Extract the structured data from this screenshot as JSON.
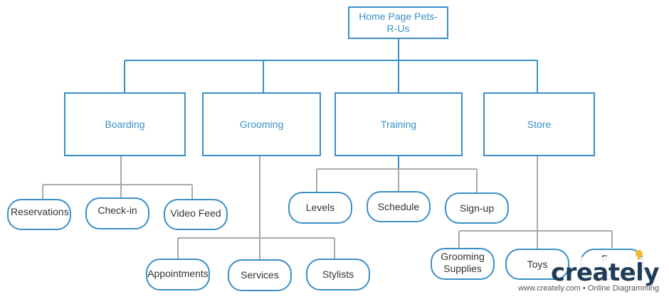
{
  "diagram": {
    "root": {
      "label": "Home Page Pets-R-Us"
    },
    "categories": [
      {
        "label": "Boarding",
        "children": [
          "Reservations",
          "Check-in",
          "Video Feed"
        ]
      },
      {
        "label": "Grooming",
        "children": [
          "Appointments",
          "Services",
          "Stylists"
        ]
      },
      {
        "label": "Training",
        "children": [
          "Levels",
          "Schedule",
          "Sign-up"
        ]
      },
      {
        "label": "Store",
        "children": [
          "Grooming Supplies",
          "Toys",
          "F"
        ]
      }
    ]
  },
  "watermark": {
    "logo": "creately",
    "tagline": "www.creately.com • Online Diagramming"
  },
  "colors": {
    "box_border": "#3a8fc7",
    "connector_top": "#3a8fc7",
    "connector_bottom": "#a9a9a9",
    "category_text": "#3a8fc7"
  }
}
